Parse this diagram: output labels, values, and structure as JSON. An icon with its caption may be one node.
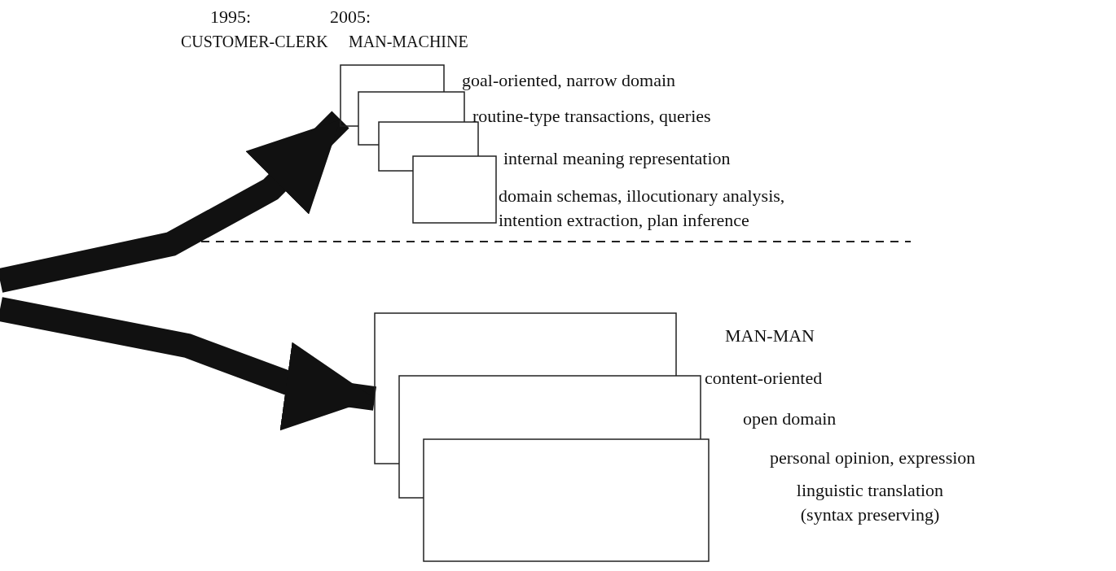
{
  "diagram": {
    "nodes": [
      {
        "text": [],
        "shape": "box"
      },
      {
        "text": [],
        "shape": "box"
      },
      {
        "text": [],
        "shape": "box"
      },
      {
        "text": [],
        "shape": "box"
      },
      {
        "text": [],
        "shape": "box"
      },
      {
        "text": [],
        "shape": "box"
      },
      {
        "text": [],
        "shape": "box"
      }
    ],
    "edges": [
      {
        "from": null,
        "to": 0,
        "arrow": "to"
      },
      {
        "from": null,
        "to": 4,
        "arrow": "to"
      }
    ],
    "labels": [
      "1995:",
      "2005:",
      "CUSTOMER-CLERK",
      "MAN-MACHINE",
      "goal-oriented, narrow domain",
      "routine-type transactions, queries",
      "internal meaning representation",
      "domain schemas, illocutionary analysis, intention extraction, plan inference",
      "MAN-MAN",
      "content-oriented",
      "open domain",
      "personal opinion, expression",
      "linguistic translation (syntax preserving)"
    ]
  }
}
